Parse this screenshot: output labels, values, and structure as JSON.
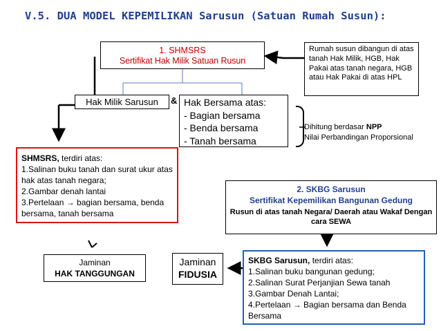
{
  "title": "V.5. DUA MODEL KEPEMILIKAN Sarusun (Satuan Rumah Susun):",
  "shmsrs_box": {
    "line1": "1. SHMSRS",
    "line2": "Sertifikat Hak Milik Satuan Rusun"
  },
  "note_rusun": "Rumah susun dibangun di atas tanah Hak Milik, HGB, Hak Pakai atas tanah negara, HGB atau Hak Pakai di atas HPL",
  "hak_milik": "Hak Milik Sarusun",
  "ampersand": "&",
  "hak_bersama": {
    "heading": "Hak Bersama atas:",
    "items": [
      "- Bagian bersama",
      "- Benda bersama",
      "- Tanah bersama"
    ]
  },
  "npp_note": {
    "line1_pre": "Dihitung berdasar ",
    "line1_bold": "NPP",
    "line2": "Nilai Perbandingan Proporsional"
  },
  "shmsrs_detail": {
    "heading_bold": "SHMSRS,",
    "heading_rest": " terdiri atas:",
    "items": [
      "1.Salinan buku tanah dan surat ukur atas hak atas tanah negara;",
      "2.Gambar denah lantai",
      "3.Pertelaan → bagian bersama, benda bersama, tanah bersama"
    ]
  },
  "skbg_box": {
    "line1": "2. SKBG Sarusun",
    "line2": "Sertifikat Kepemilikan Bangunan Gedung",
    "line3": "Rusun di atas tanah Negara/ Daerah atau Wakaf Dengan cara SEWA"
  },
  "jaminan_ht": {
    "line1": "Jaminan",
    "line2": "HAK TANGGUNGAN"
  },
  "jaminan_fidusia": {
    "line1": "Jaminan",
    "line2": "FIDUSIA"
  },
  "skbg_detail": {
    "heading_bold": "SKBG Sarusun,",
    "heading_rest": " terdiri atas:",
    "items": [
      "1.Salinan buku bangunan gedung;",
      "2.Salinan Surat Perjanjian Sewa tanah",
      "3.Gambar Denah Lantai;",
      "4.Pertelaan → Bagian bersama dan Benda Bersama"
    ]
  }
}
